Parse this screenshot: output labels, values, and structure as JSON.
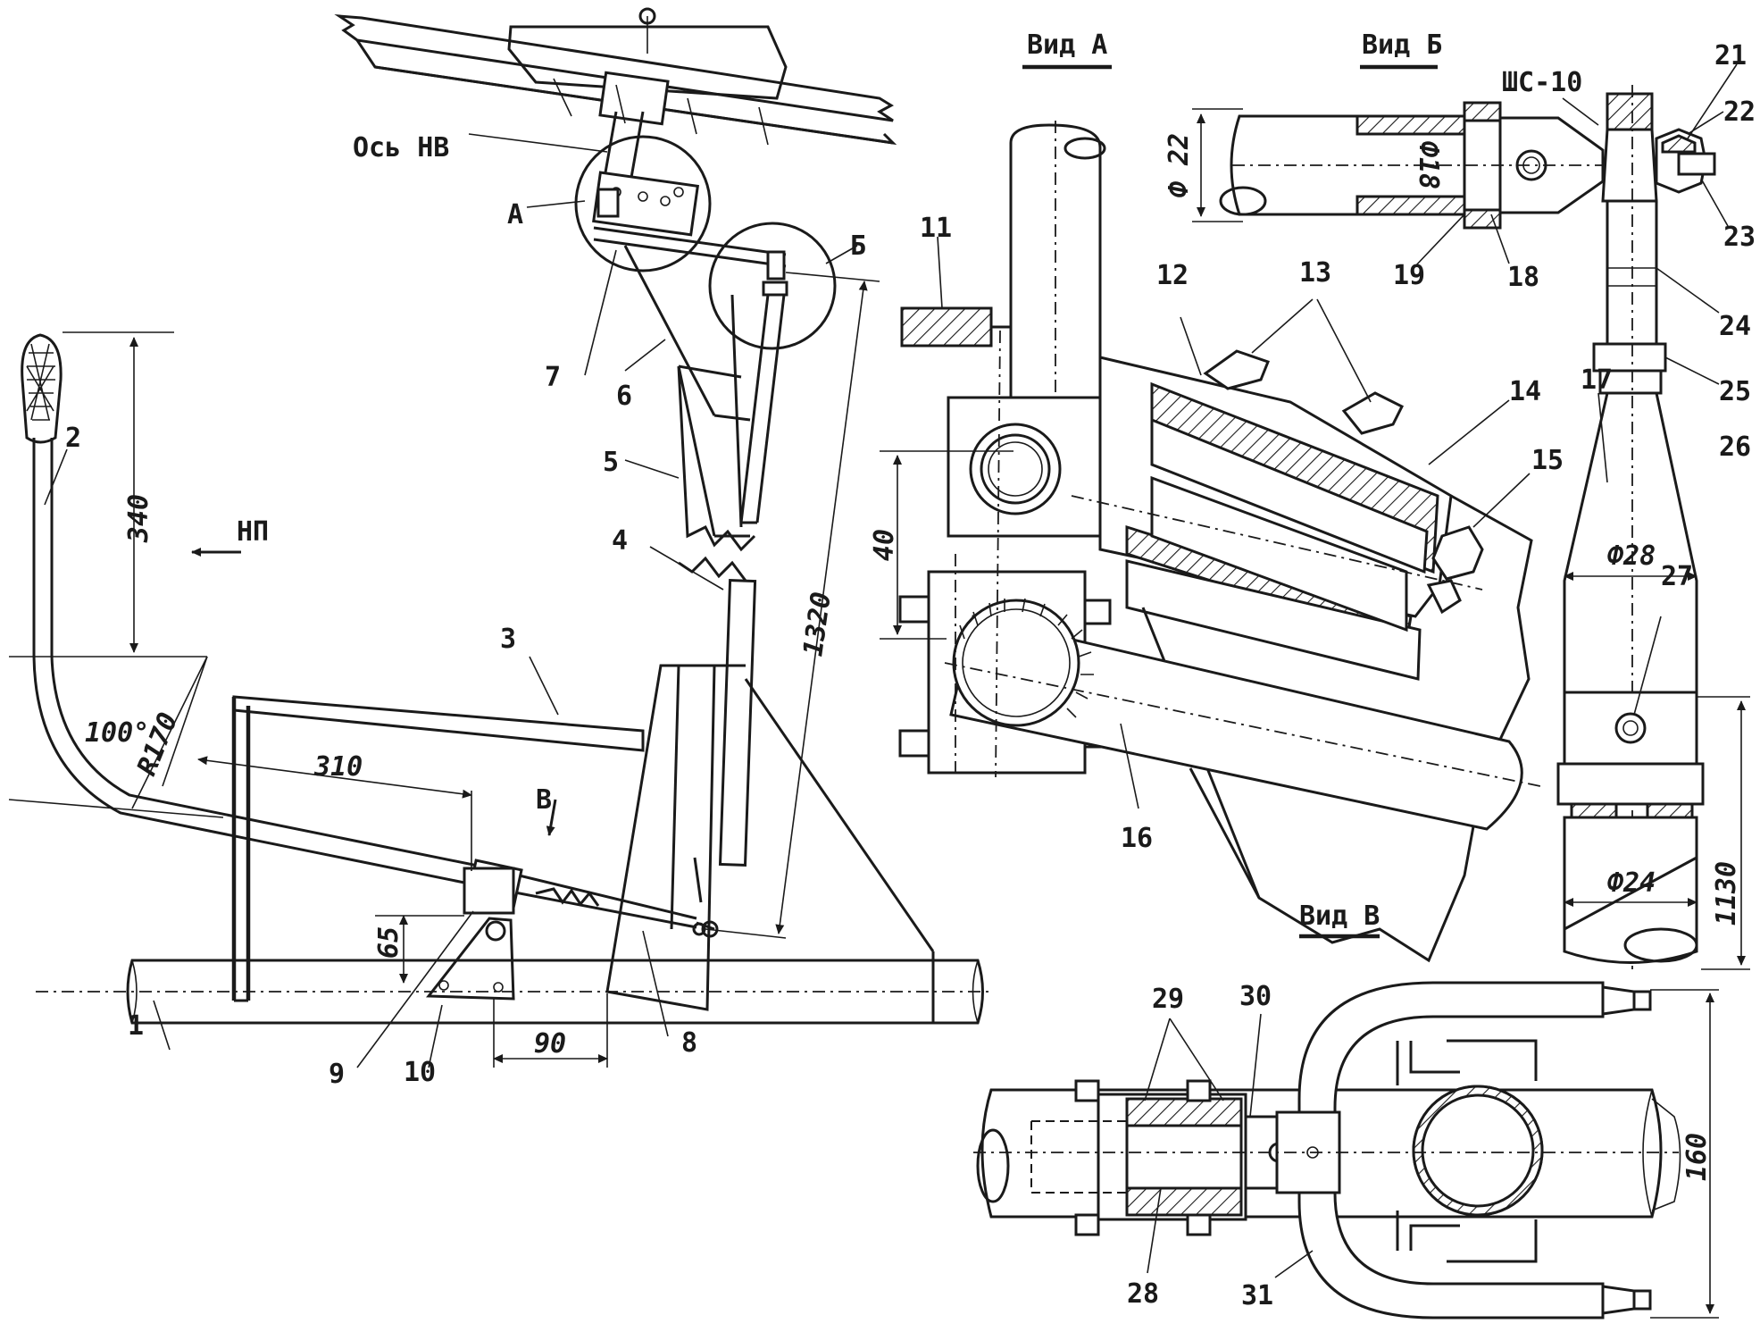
{
  "views": {
    "view_a": "Вид А",
    "view_b": "Вид Б",
    "view_v": "Вид В"
  },
  "labels": {
    "axis_nv": "Ось НВ",
    "np": "НП",
    "a": "А",
    "b": "Б",
    "v": "В",
    "shs10": "ШС-10"
  },
  "parts": [
    "1",
    "2",
    "3",
    "4",
    "5",
    "6",
    "7",
    "8",
    "9",
    "10",
    "11",
    "12",
    "13",
    "14",
    "15",
    "16",
    "17",
    "18",
    "19",
    "21",
    "22",
    "23",
    "24",
    "25",
    "26",
    "27",
    "28",
    "29",
    "30",
    "31"
  ],
  "dimensions": {
    "d340": "340",
    "d100": "100°",
    "r170": "R170",
    "d310": "310",
    "d65": "65",
    "d90": "90",
    "d1320": "1320",
    "d40": "40",
    "d_phi22": "Ф 22",
    "d_phi18": "Ф18",
    "d_phi28": "Ф28",
    "d_phi24": "Ф24",
    "d1130": "1130",
    "d160": "160"
  }
}
